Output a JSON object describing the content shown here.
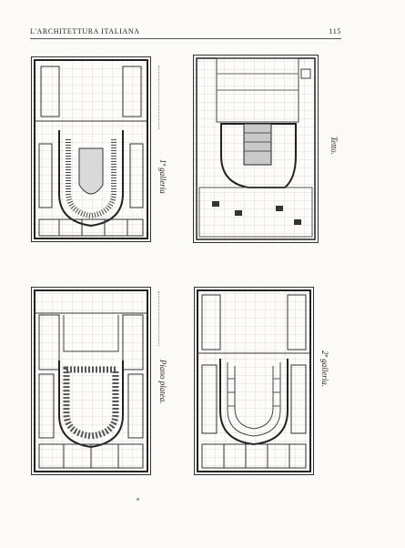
{
  "header": {
    "journal_title": "L'ARCHITETTURA ITALIANA",
    "page_number": "115"
  },
  "plans": [
    {
      "caption": "1ª galleria"
    },
    {
      "caption": "Tetto."
    },
    {
      "caption": "Piano platea."
    },
    {
      "caption": "2ª galleria."
    }
  ]
}
